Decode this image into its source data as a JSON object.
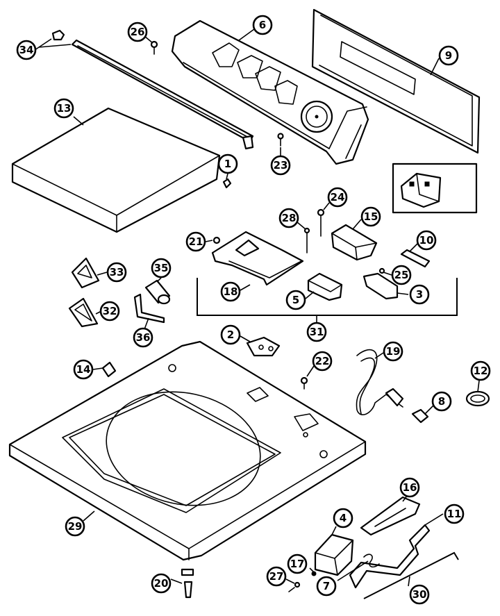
{
  "callouts": [
    {
      "id": "34",
      "label": "34"
    },
    {
      "id": "26",
      "label": "26"
    },
    {
      "id": "6",
      "label": "6"
    },
    {
      "id": "9",
      "label": "9"
    },
    {
      "id": "13",
      "label": "13"
    },
    {
      "id": "1",
      "label": "1"
    },
    {
      "id": "23",
      "label": "23"
    },
    {
      "id": "24",
      "label": "24"
    },
    {
      "id": "28",
      "label": "28"
    },
    {
      "id": "15",
      "label": "15"
    },
    {
      "id": "21",
      "label": "21"
    },
    {
      "id": "10",
      "label": "10"
    },
    {
      "id": "33",
      "label": "33"
    },
    {
      "id": "35",
      "label": "35"
    },
    {
      "id": "25",
      "label": "25"
    },
    {
      "id": "18",
      "label": "18"
    },
    {
      "id": "5",
      "label": "5"
    },
    {
      "id": "3",
      "label": "3"
    },
    {
      "id": "32",
      "label": "32"
    },
    {
      "id": "36",
      "label": "36"
    },
    {
      "id": "31",
      "label": "31"
    },
    {
      "id": "2",
      "label": "2"
    },
    {
      "id": "19",
      "label": "19"
    },
    {
      "id": "14",
      "label": "14"
    },
    {
      "id": "22",
      "label": "22"
    },
    {
      "id": "12",
      "label": "12"
    },
    {
      "id": "8",
      "label": "8"
    },
    {
      "id": "29",
      "label": "29"
    },
    {
      "id": "16",
      "label": "16"
    },
    {
      "id": "4",
      "label": "4"
    },
    {
      "id": "11",
      "label": "11"
    },
    {
      "id": "17",
      "label": "17"
    },
    {
      "id": "20",
      "label": "20"
    },
    {
      "id": "27",
      "label": "27"
    },
    {
      "id": "7",
      "label": "7"
    },
    {
      "id": "30",
      "label": "30"
    }
  ]
}
